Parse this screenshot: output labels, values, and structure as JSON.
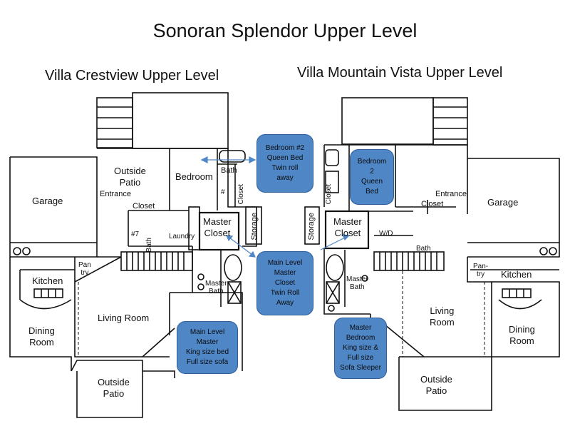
{
  "title": "Sonoran Splendor Upper Level",
  "left": {
    "heading": "Villa Crestview Upper Level",
    "rooms": {
      "garage": "Garage",
      "outside_patio_top": "Outside\nPatio",
      "bedroom": "Bedroom",
      "bath_top": "Bath",
      "entrance": "Entrance",
      "closet": "Closet",
      "closet_vert": "Closet",
      "storage": "Storage",
      "master_closet": "Master\nCloset",
      "laundry": "Laundry",
      "bath_small": "Bath",
      "num7": "#7",
      "num_hash": "#",
      "pantry": "Pan\ntry",
      "kitchen": "Kitchen",
      "master_bath": "Master\nBath",
      "living_room": "Living Room",
      "dining_room": "Dining\nRoom",
      "outside_patio_bottom": "Outside\nPatio"
    }
  },
  "right": {
    "heading": "Villa Mountain Vista Upper Level",
    "rooms": {
      "garage": "Garage",
      "entrance": "Entrance",
      "closet": "Closet",
      "closet_vert": "Closet",
      "storage": "Storage",
      "master_closet": "Master\nCloset",
      "wd": "W/D",
      "bath_small": "Bath",
      "master_bath": "Master\nBath",
      "pantry": "Pan-\ntry",
      "kitchen": "Kitchen",
      "living_room": "Living\nRoom",
      "dining_room": "Dining\nRoom",
      "outside_patio": "Outside\nPatio"
    }
  },
  "callouts": {
    "bedroom2": [
      "Bedroom #2",
      "Queen Bed",
      "Twin roll",
      "away"
    ],
    "main_closet": [
      "Main Level",
      "Master",
      "Closet",
      "Twin Roll",
      "Away"
    ],
    "main_master_left": [
      "Main Level",
      "Master",
      "King size bed",
      "Full size sofa"
    ],
    "bedroom2_right": [
      "Bedroom",
      "2",
      "Queen",
      "Bed"
    ],
    "master_bedroom_right": [
      "Master",
      "Bedroom",
      "King size &",
      "Full size",
      "Sofa Sleeper"
    ]
  },
  "colors": {
    "callout_fill": "#4f86c6",
    "arrow": "#4f86c6",
    "line": "#111111"
  }
}
